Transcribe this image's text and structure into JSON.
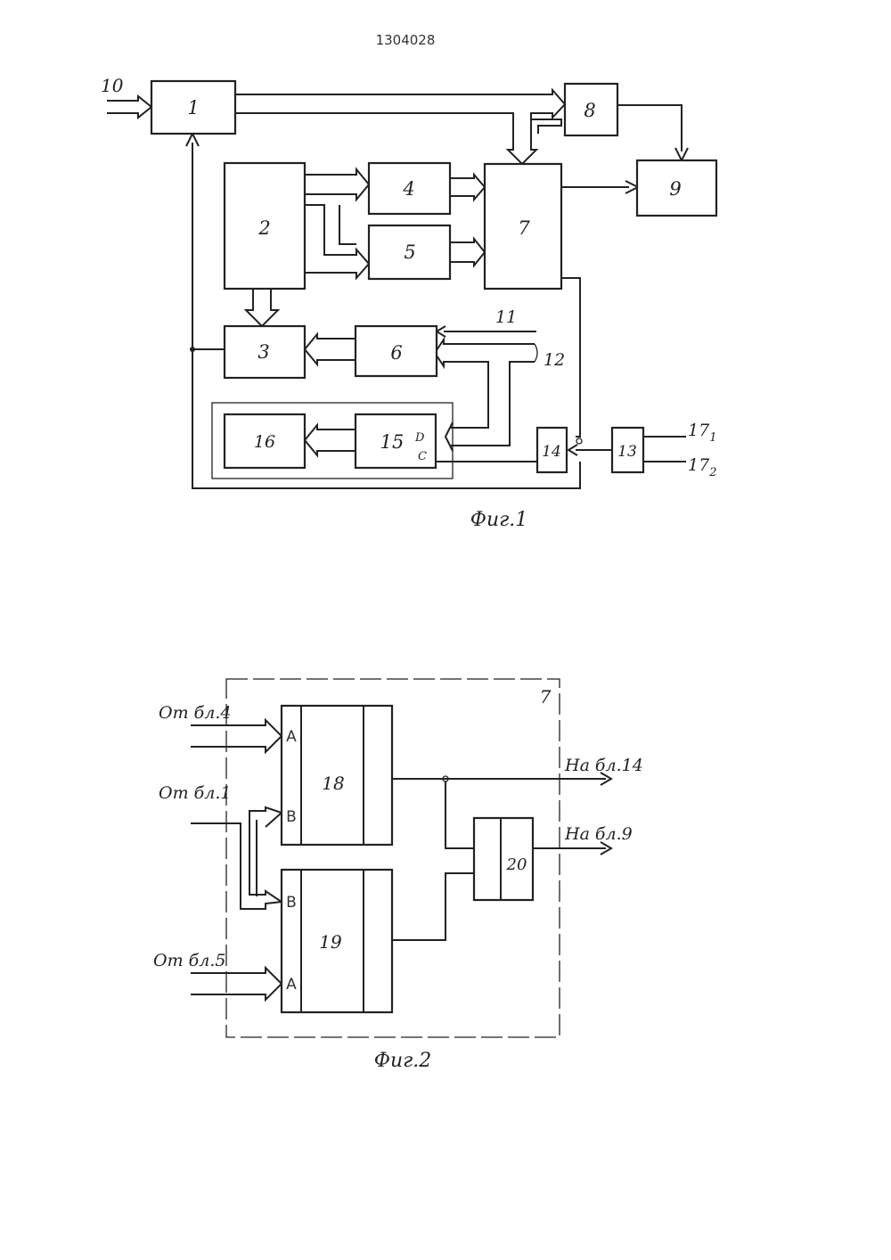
{
  "document": {
    "number": "1304028"
  },
  "figure1": {
    "caption": "Фиг.1",
    "blocks": [
      "1",
      "2",
      "3",
      "4",
      "5",
      "6",
      "7",
      "8",
      "9",
      "13",
      "14",
      "15",
      "16"
    ],
    "port_d": "D",
    "port_c": "C",
    "inputs": [
      "10",
      "11",
      "12"
    ],
    "outputs": [
      "17",
      "17"
    ],
    "output_subscripts": [
      "1",
      "2"
    ]
  },
  "figure2": {
    "caption": "Фиг.2",
    "frame_label": "7",
    "blocks": [
      "18",
      "19",
      "20"
    ],
    "ports": [
      "A",
      "B",
      "B",
      "A"
    ],
    "input_labels": [
      "От бл.4",
      "От бл.1",
      "От бл.5"
    ],
    "output_labels": [
      "На бл.14",
      "На бл.9"
    ]
  }
}
